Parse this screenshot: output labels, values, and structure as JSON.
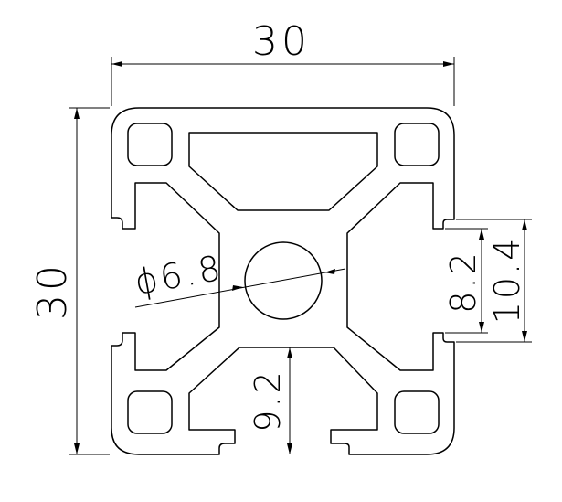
{
  "drawing": {
    "dimensions": {
      "overall_width": "30",
      "overall_height": "30",
      "bore_diameter": "ϕ6.8",
      "slot_opening": "8.2",
      "slot_width": "10.4",
      "slot_depth": "9.2"
    },
    "colors": {
      "line": "#000000",
      "background": "#ffffff"
    }
  }
}
